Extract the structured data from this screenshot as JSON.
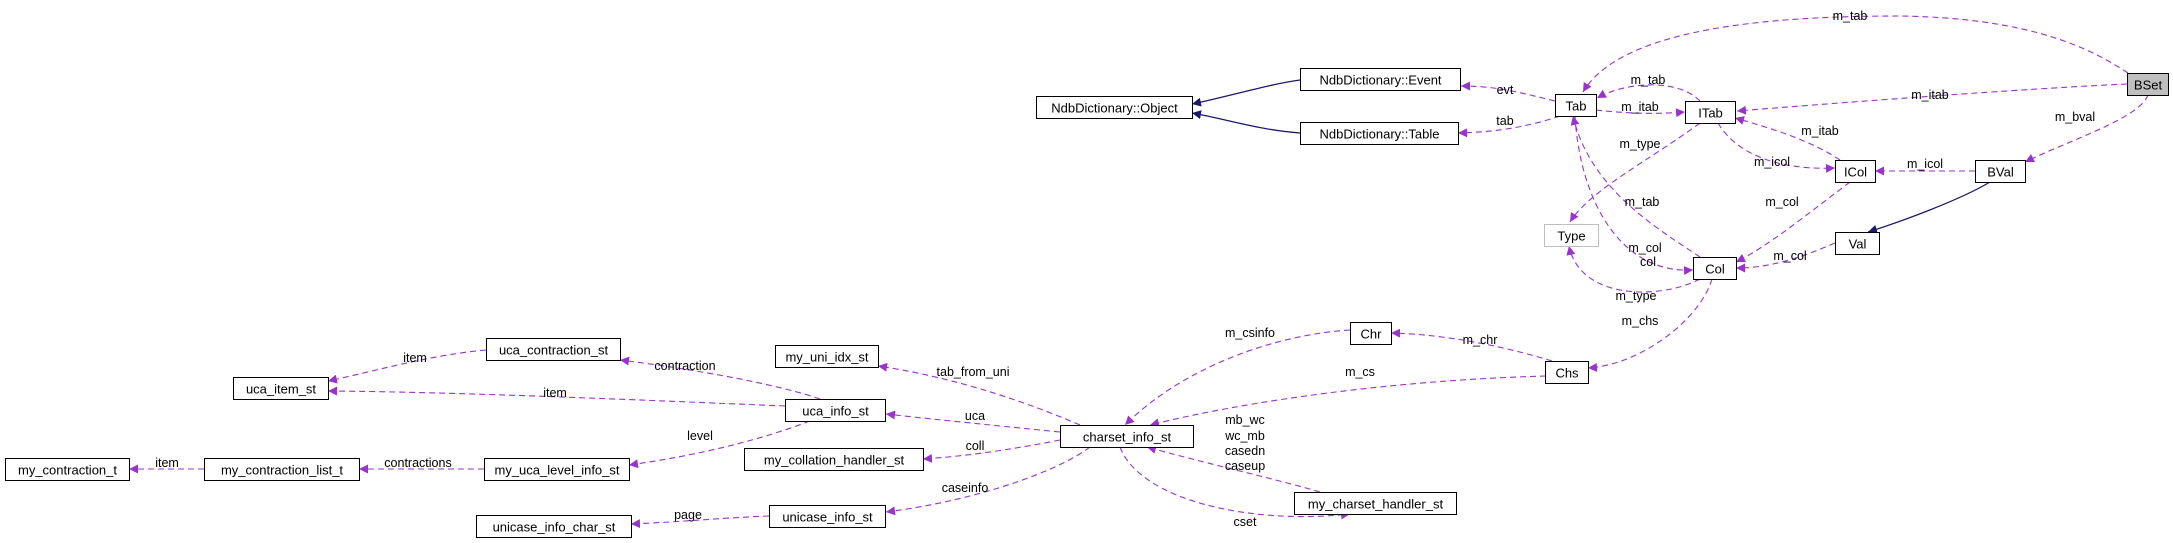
{
  "colors": {
    "background": "#ffffff",
    "node_border": "#000000",
    "node_border_muted": "#bfbfbf",
    "node_fill_highlight": "#bfbfbf",
    "inheritance_edge": "#191970",
    "usage_edge": "#9a32cd",
    "text": "#000000"
  },
  "nodes": [
    {
      "id": "bset",
      "label": "BSet",
      "highlight": true
    },
    {
      "id": "tab",
      "label": "Tab"
    },
    {
      "id": "itab",
      "label": "ITab"
    },
    {
      "id": "ndb_event",
      "label": "NdbDictionary::Event"
    },
    {
      "id": "ndb_object",
      "label": "NdbDictionary::Object"
    },
    {
      "id": "ndb_table",
      "label": "NdbDictionary::Table"
    },
    {
      "id": "icol",
      "label": "ICol"
    },
    {
      "id": "bval",
      "label": "BVal"
    },
    {
      "id": "type",
      "label": "Type",
      "muted": true
    },
    {
      "id": "val",
      "label": "Val"
    },
    {
      "id": "col",
      "label": "Col"
    },
    {
      "id": "chr",
      "label": "Chr"
    },
    {
      "id": "chs",
      "label": "Chs"
    },
    {
      "id": "uca_contraction_st",
      "label": "uca_contraction_st"
    },
    {
      "id": "uca_item_st",
      "label": "uca_item_st"
    },
    {
      "id": "my_uni_idx_st",
      "label": "my_uni_idx_st"
    },
    {
      "id": "uca_info_st",
      "label": "uca_info_st"
    },
    {
      "id": "charset_info_st",
      "label": "charset_info_st"
    },
    {
      "id": "my_collation_handler_st",
      "label": "my_collation_handler_st"
    },
    {
      "id": "my_contraction_t",
      "label": "my_contraction_t"
    },
    {
      "id": "my_contraction_list_t",
      "label": "my_contraction_list_t"
    },
    {
      "id": "my_uca_level_info_st",
      "label": "my_uca_level_info_st"
    },
    {
      "id": "my_charset_handler_st",
      "label": "my_charset_handler_st"
    },
    {
      "id": "unicase_info_char_st",
      "label": "unicase_info_char_st"
    },
    {
      "id": "unicase_info_st",
      "label": "unicase_info_st"
    }
  ],
  "edges": [
    {
      "id": "e1",
      "from": "bset",
      "to": "tab",
      "kind": "usage",
      "label": "m_tab"
    },
    {
      "id": "e2",
      "from": "bset",
      "to": "itab",
      "kind": "usage",
      "label": "m_itab"
    },
    {
      "id": "e3",
      "from": "bset",
      "to": "bval",
      "kind": "usage",
      "label": "m_bval"
    },
    {
      "id": "e4",
      "from": "ndb_event",
      "to": "ndb_object",
      "kind": "inheritance",
      "label": ""
    },
    {
      "id": "e5",
      "from": "ndb_table",
      "to": "ndb_object",
      "kind": "inheritance",
      "label": ""
    },
    {
      "id": "e6",
      "from": "tab",
      "to": "ndb_event",
      "kind": "usage",
      "label": "evt"
    },
    {
      "id": "e7",
      "from": "tab",
      "to": "ndb_table",
      "kind": "usage",
      "label": "tab"
    },
    {
      "id": "e8",
      "from": "itab",
      "to": "tab",
      "kind": "usage",
      "label": "m_tab"
    },
    {
      "id": "e9",
      "from": "tab",
      "to": "itab",
      "kind": "usage",
      "label": "m_itab"
    },
    {
      "id": "e10",
      "from": "icol",
      "to": "itab",
      "kind": "usage",
      "label": "m_itab"
    },
    {
      "id": "e11",
      "from": "itab",
      "to": "icol",
      "kind": "usage",
      "label": "m_icol"
    },
    {
      "id": "e12",
      "from": "bval",
      "to": "icol",
      "kind": "usage",
      "label": "m_icol"
    },
    {
      "id": "e13",
      "from": "bval",
      "to": "val",
      "kind": "inheritance",
      "label": ""
    },
    {
      "id": "e14",
      "from": "icol",
      "to": "col",
      "kind": "usage",
      "label": "m_col"
    },
    {
      "id": "e15",
      "from": "val",
      "to": "col",
      "kind": "usage",
      "label": "m_col"
    },
    {
      "id": "e16",
      "from": "col",
      "to": "tab",
      "kind": "usage",
      "label": "m_tab"
    },
    {
      "id": "e17",
      "from": "tab",
      "to": "col",
      "kind": "usage",
      "label": "m_col"
    },
    {
      "id": "e18",
      "from": "itab",
      "to": "type",
      "kind": "usage",
      "label": "m_type"
    },
    {
      "id": "e19",
      "from": "col",
      "to": "type",
      "kind": "usage",
      "label": "m_type"
    },
    {
      "id": "e20",
      "from": "col",
      "to": "chs",
      "kind": "usage",
      "label": "m_chs"
    },
    {
      "id": "e21",
      "from": "chs",
      "to": "chr",
      "kind": "usage",
      "label": "m_chr"
    },
    {
      "id": "e22",
      "from": "chs",
      "to": "charset_info_st",
      "kind": "usage",
      "label": "m_cs"
    },
    {
      "id": "e23",
      "from": "chr",
      "to": "charset_info_st",
      "kind": "usage",
      "label": "m_csinfo"
    },
    {
      "id": "e24",
      "from": "uca_contraction_st",
      "to": "uca_item_st",
      "kind": "usage",
      "label": "item"
    },
    {
      "id": "e25",
      "from": "uca_info_st",
      "to": "uca_item_st",
      "kind": "usage",
      "label": "item"
    },
    {
      "id": "e26",
      "from": "uca_info_st",
      "to": "uca_contraction_st",
      "kind": "usage",
      "label": "contraction"
    },
    {
      "id": "e27",
      "from": "uca_info_st",
      "to": "my_uca_level_info_st",
      "kind": "usage",
      "label": "level"
    },
    {
      "id": "e28",
      "from": "charset_info_st",
      "to": "my_uni_idx_st",
      "kind": "usage",
      "label": "tab_from_uni"
    },
    {
      "id": "e29",
      "from": "charset_info_st",
      "to": "uca_info_st",
      "kind": "usage",
      "label": "uca"
    },
    {
      "id": "e30",
      "from": "charset_info_st",
      "to": "my_collation_handler_st",
      "kind": "usage",
      "label": "coll"
    },
    {
      "id": "e31",
      "from": "charset_info_st",
      "to": "unicase_info_st",
      "kind": "usage",
      "label": "caseinfo"
    },
    {
      "id": "e32",
      "from": "my_charset_handler_st",
      "to": "charset_info_st",
      "kind": "usage",
      "label": "mb_wc"
    },
    {
      "id": "e33",
      "from": "charset_info_st",
      "to": "my_charset_handler_st",
      "kind": "usage",
      "label": "cset"
    },
    {
      "id": "e34",
      "from": "my_contraction_list_t",
      "to": "my_contraction_t",
      "kind": "usage",
      "label": "item"
    },
    {
      "id": "e35",
      "from": "my_uca_level_info_st",
      "to": "my_contraction_list_t",
      "kind": "usage",
      "label": "contractions"
    },
    {
      "id": "e36",
      "from": "unicase_info_st",
      "to": "unicase_info_char_st",
      "kind": "usage",
      "label": "page"
    }
  ],
  "extra_labels": [
    {
      "id": "l_col",
      "text": "col"
    },
    {
      "id": "l_wc_mb",
      "text": "wc_mb"
    },
    {
      "id": "l_casedn",
      "text": "casedn"
    },
    {
      "id": "l_caseup",
      "text": "caseup"
    }
  ]
}
